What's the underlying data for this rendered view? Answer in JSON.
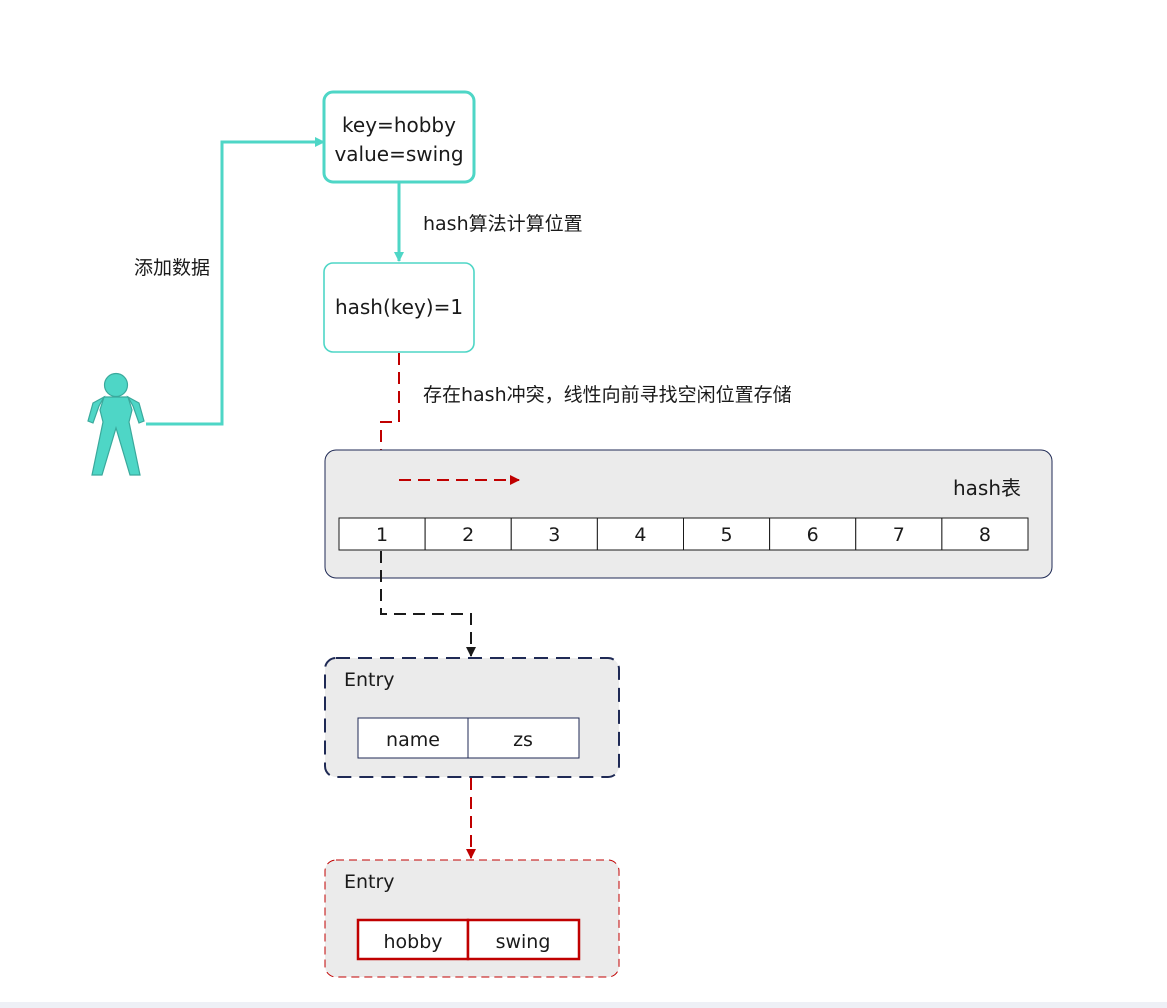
{
  "labels": {
    "add_data": "添加数据",
    "hash_algo": "hash算法计算位置",
    "collision": "存在hash冲突，线性向前寻找空闲位置存储"
  },
  "input_box": {
    "key": "key=hobby",
    "value": "value=swing"
  },
  "hash_result": "hash(key)=1",
  "hash_table": {
    "title": "hash表",
    "slots": [
      "1",
      "2",
      "3",
      "4",
      "5",
      "6",
      "7",
      "8"
    ]
  },
  "entry_existing": {
    "title": "Entry",
    "key": "name",
    "value": "zs"
  },
  "entry_new": {
    "title": "Entry",
    "key": "hobby",
    "value": "swing"
  },
  "colors": {
    "teal": "#4ed6c6",
    "red": "#c00000",
    "navy": "#1f2a55",
    "panel": "#ebebeb",
    "dark": "#1a1a1a"
  }
}
